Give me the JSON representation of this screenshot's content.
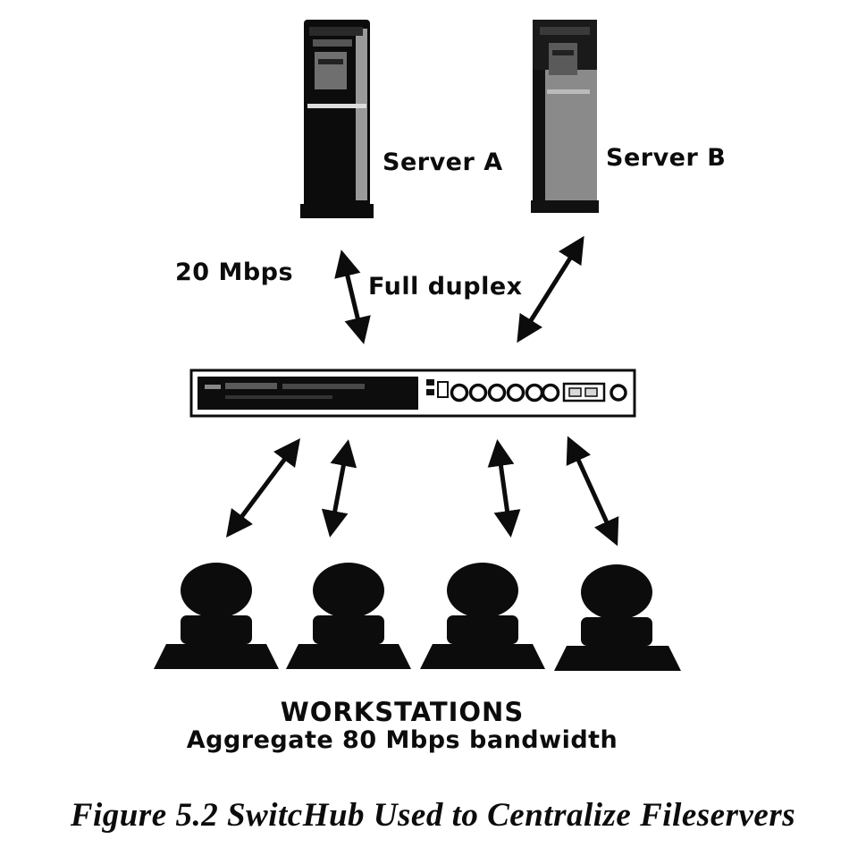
{
  "figure": {
    "caption": "Figure 5.2 SwitcHub Used to Centralize Fileservers",
    "nodes": {
      "server_a": "Server A",
      "server_b": "Server B"
    },
    "links": {
      "uplink_bandwidth": "20 Mbps",
      "uplink_mode": "Full duplex"
    },
    "workstations": {
      "title": "WORKSTATIONS",
      "subtitle": "Aggregate 80 Mbps bandwidth",
      "count": 4
    },
    "colors": {
      "ink": "#0c0c0c",
      "paper": "#ffffff",
      "server_b_gray": "#8a8a8a"
    }
  }
}
